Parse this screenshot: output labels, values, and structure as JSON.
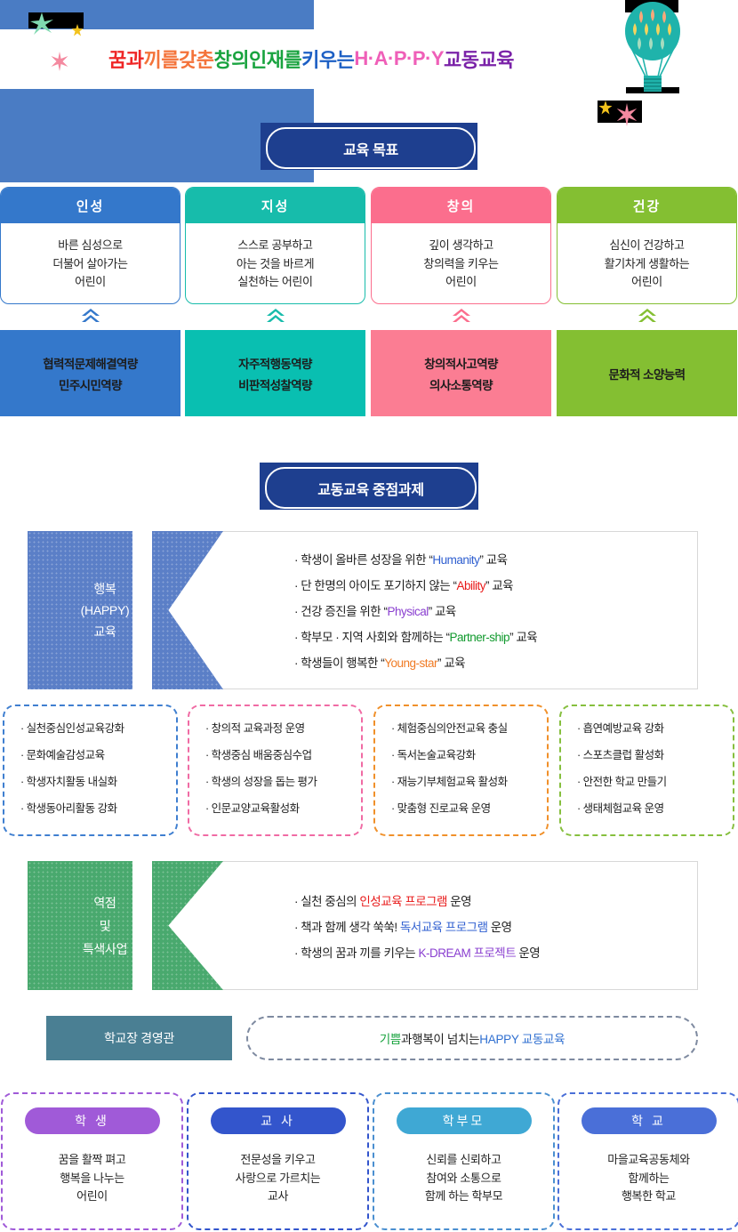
{
  "header": {
    "title_parts": [
      {
        "t": "꿈과 ",
        "c": "#ef2626"
      },
      {
        "t": "끼를 ",
        "c": "#f4733a"
      },
      {
        "t": "갖춘 ",
        "c": "#f4733a"
      },
      {
        "t": "창의인재를 ",
        "c": "#19a33f"
      },
      {
        "t": "키우는 ",
        "c": "#1c5fc4"
      },
      {
        "t": "H·A·P·P·Y ",
        "c": "#ef5fb8"
      },
      {
        "t": "교동교육",
        "c": "#7a22a8"
      }
    ],
    "balloon_icon": "hot-air-balloon-icon",
    "band_color": "#4a7cc4"
  },
  "goals_section": {
    "pill_label": "교육 목표",
    "cards": [
      {
        "head": "인성",
        "color": "#3478cb",
        "lines": [
          "바른 심성으로",
          "더불어 살아가는",
          "어린이"
        ]
      },
      {
        "head": "지성",
        "color": "#17bcab",
        "lines": [
          "스스로 공부하고",
          "아는 것을 바르게",
          "실천하는 어린이"
        ]
      },
      {
        "head": "창의",
        "color": "#fb6e8d",
        "lines": [
          "깊이 생각하고",
          "창의력을 키우는",
          "어린이"
        ]
      },
      {
        "head": "건강",
        "color": "#84bf32",
        "lines": [
          "심신이 건강하고",
          "활기차게 생활하는",
          "어린이"
        ]
      }
    ],
    "competencies": [
      {
        "color": "#3478cb",
        "lines": [
          "협력적문제해결역량",
          "민주시민역량"
        ]
      },
      {
        "color": "#09bfb1",
        "lines": [
          "자주적행동역량",
          "비판적성찰역량"
        ]
      },
      {
        "color": "#fb7d93",
        "lines": [
          "창의적사고역량",
          "의사소통역량"
        ]
      },
      {
        "color": "#84bf32",
        "lines": [
          "문화적 소양능력"
        ]
      }
    ]
  },
  "focus_section": {
    "pill_label": "교동교육 중점과제",
    "banner": {
      "color": "#5b7fc7",
      "label_lines": [
        "행복",
        "(HAPPY)",
        "교육"
      ],
      "items": [
        [
          {
            "t": "· 학생이 올바른 성장을 위한 “",
            "c": "#1c1c1c"
          },
          {
            "t": "Humanity",
            "c": "#2f5fd0"
          },
          {
            "t": "” 교육",
            "c": "#1c1c1c"
          }
        ],
        [
          {
            "t": "· 단 한명의 아이도 포기하지 않는 “",
            "c": "#1c1c1c"
          },
          {
            "t": "Ability",
            "c": "#e81919"
          },
          {
            "t": "” 교육",
            "c": "#1c1c1c"
          }
        ],
        [
          {
            "t": "· 건강 증진을 위한 “",
            "c": "#1c1c1c"
          },
          {
            "t": "Physical",
            "c": "#8a3fd0"
          },
          {
            "t": "” 교육",
            "c": "#1c1c1c"
          }
        ],
        [
          {
            "t": "· 학부모 · 지역 사회와 함께하는 “",
            "c": "#1c1c1c"
          },
          {
            "t": "Partner-ship",
            "c": "#119a2e"
          },
          {
            "t": "” 교육",
            "c": "#1c1c1c"
          }
        ],
        [
          {
            "t": "· 학생들이 행복한 “",
            "c": "#1c1c1c"
          },
          {
            "t": "Young-star",
            "c": "#f07b25"
          },
          {
            "t": "” 교육",
            "c": "#1c1c1c"
          }
        ]
      ]
    },
    "tasks": [
      {
        "border": "#3f7fd0",
        "items": [
          "· 실천중심인성교육강화",
          "· 문화예술감성교육",
          "· 학생자치활동 내실화",
          "· 학생동아리활동 강화"
        ]
      },
      {
        "border": "#f06ba4",
        "items": [
          "· 창의적 교육과정 운영",
          "· 학생중심 배움중심수업",
          "· 학생의 성장을 돕는 평가",
          "· 인문교양교육활성화"
        ]
      },
      {
        "border": "#f0902a",
        "items": [
          "· 체험중심의안전교육 충실",
          "· 독서논술교육강화",
          "· 재능기부체험교육 활성화",
          "· 맞춤형 진로교육 운영"
        ]
      },
      {
        "border": "#86bf3e",
        "items": [
          "· 흡연예방교육 강화",
          "· 스포츠클럽 활성화",
          "· 안전한 학교 만들기",
          "· 생태체험교육 운영"
        ]
      }
    ]
  },
  "special_section": {
    "banner": {
      "color": "#49a96e",
      "label_lines": [
        "역점",
        "및",
        "특색사업"
      ],
      "items": [
        [
          {
            "t": "· 실천 중심의 ",
            "c": "#1c1c1c"
          },
          {
            "t": "인성교육 프로그램",
            "c": "#e81919"
          },
          {
            "t": " 운영",
            "c": "#1c1c1c"
          }
        ],
        [
          {
            "t": "· 책과 함께 생각 쑥쑥! ",
            "c": "#1c1c1c"
          },
          {
            "t": "독서교육 프로그램",
            "c": "#2f5fd0"
          },
          {
            "t": " 운영",
            "c": "#1c1c1c"
          }
        ],
        [
          {
            "t": "· 학생의 꿈과 끼를 키우는 ",
            "c": "#1c1c1c"
          },
          {
            "t": "K-DREAM 프로젝트",
            "c": "#8a3fd0"
          },
          {
            "t": " 운영",
            "c": "#1c1c1c"
          }
        ]
      ]
    }
  },
  "principal_bar": {
    "label": "학교장 경영관",
    "label_color": "#4a7f93",
    "value_parts": [
      {
        "t": "기쁨",
        "c": "#19a33f"
      },
      {
        "t": "과 ",
        "c": "#1c1c1c"
      },
      {
        "t": "행복",
        "c": "#1c1c1c"
      },
      {
        "t": "이 넘치는 ",
        "c": "#1c1c1c"
      },
      {
        "t": "HAPPY 교동교육",
        "c": "#2f6fd0"
      }
    ]
  },
  "roles": [
    {
      "head": "학 생",
      "head_color": "#a05ad8",
      "border": "#a05ad8",
      "lines": [
        "꿈을 활짝 펴고",
        "행복을 나누는",
        "어린이"
      ]
    },
    {
      "head": "교 사",
      "head_color": "#3355cc",
      "border": "#3355cc",
      "lines": [
        "전문성을 키우고",
        "사랑으로 가르치는",
        "교사"
      ]
    },
    {
      "head": "학부모",
      "head_color": "#3fa8d4",
      "border": "#4a8fd0",
      "lines": [
        "신뢰를 신뢰하고",
        "참여와 소통으로",
        "함께 하는 학부모"
      ]
    },
    {
      "head": "학 교",
      "head_color": "#4a6fd8",
      "border": "#4a6fd8",
      "lines": [
        "마을교육공동체와",
        "함께하는",
        "행복한 학교"
      ]
    }
  ]
}
